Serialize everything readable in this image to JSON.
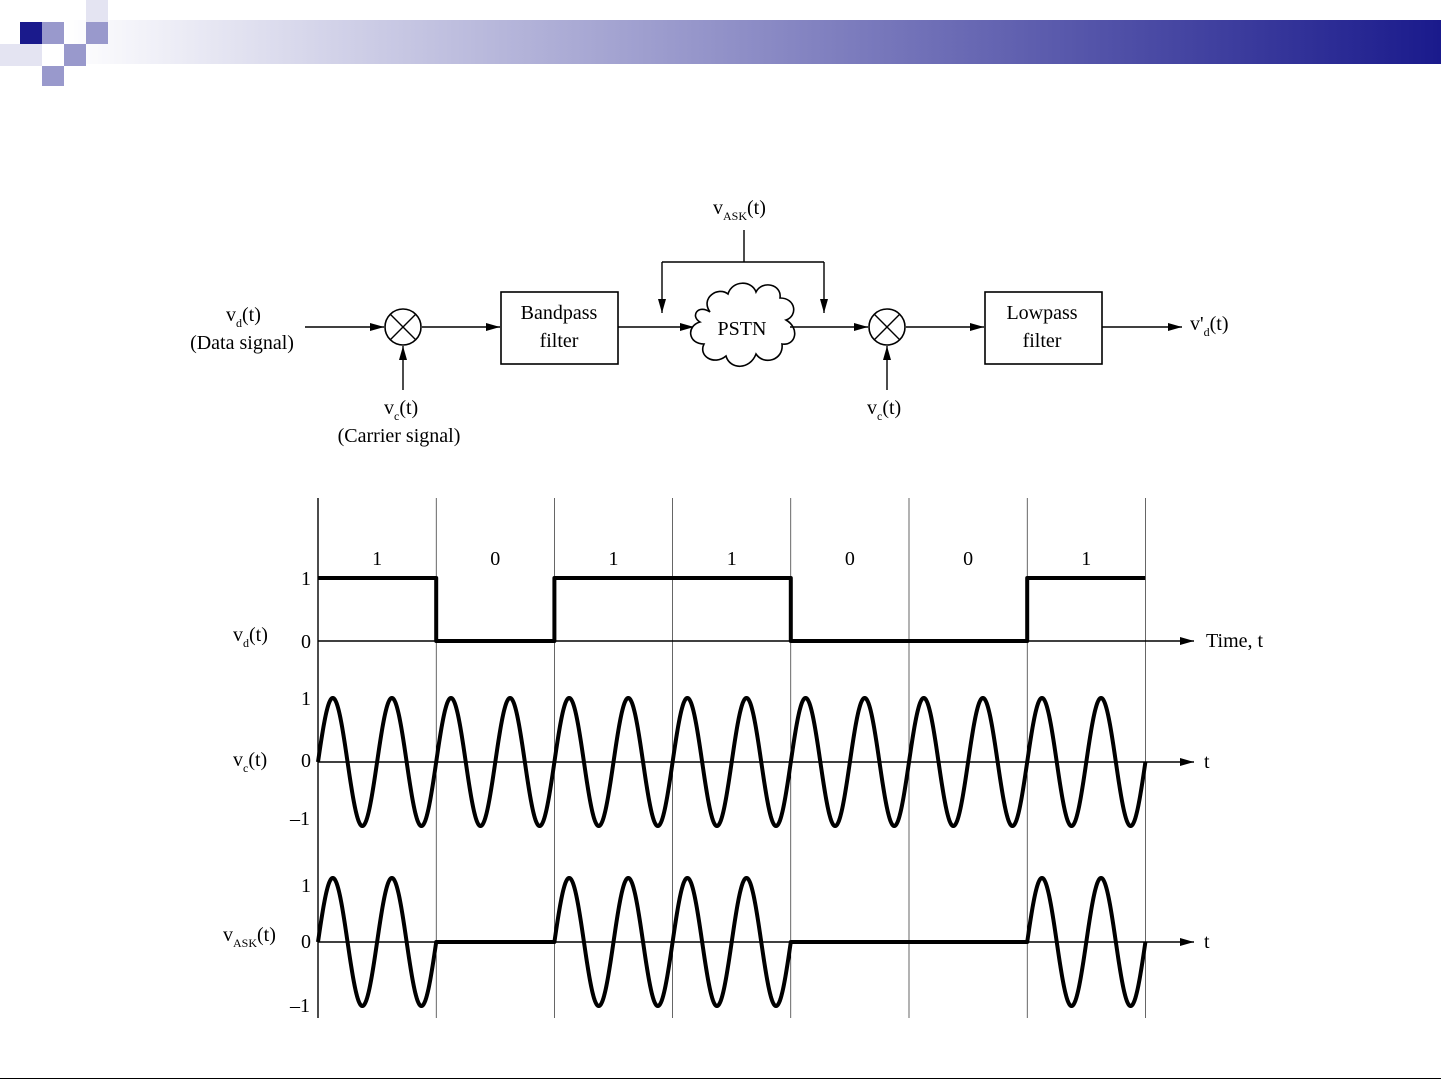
{
  "theme": {
    "gradient_start": "#ffffff",
    "gradient_end": "#1a1a8c",
    "square_dark": "#1a1a8c",
    "square_light": "#9999cc"
  },
  "block_diagram": {
    "input_main": "v",
    "input_sub": "d",
    "input_tail": "(t)",
    "input_desc": "(Data signal)",
    "carrier1_main": "v",
    "carrier1_sub": "c",
    "carrier1_tail": "(t)",
    "carrier1_desc": "(Carrier signal)",
    "bandpass_line1": "Bandpass",
    "bandpass_line2": "filter",
    "pstn_label": "PSTN",
    "ask_main": "v",
    "ask_sub": "ASK",
    "ask_tail": "(t)",
    "carrier2_main": "v",
    "carrier2_sub": "c",
    "carrier2_tail": "(t)",
    "lowpass_line1": "Lowpass",
    "lowpass_line2": "filter",
    "output_main": "v'",
    "output_sub": "d",
    "output_tail": "(t)",
    "mixer_icon": "multiplier-circle-icon",
    "cloud_icon": "network-cloud-icon"
  },
  "waveforms": {
    "bits": [
      "1",
      "0",
      "1",
      "1",
      "0",
      "0",
      "1"
    ],
    "cycles_per_bit": 2,
    "data_plot": {
      "name_main": "v",
      "name_sub": "d",
      "name_tail": "(t)",
      "tick_high": "1",
      "tick_low": "0",
      "axis_label": "Time, t"
    },
    "carrier_plot": {
      "name_main": "v",
      "name_sub": "c",
      "name_tail": "(t)",
      "tick_high": "1",
      "tick_zero": "0",
      "tick_low": "–1",
      "axis_label": "t"
    },
    "ask_plot": {
      "name_main": "v",
      "name_sub": "ASK",
      "name_tail": "(t)",
      "tick_high": "1",
      "tick_zero": "0",
      "tick_low": "–1",
      "axis_label": "t"
    }
  }
}
